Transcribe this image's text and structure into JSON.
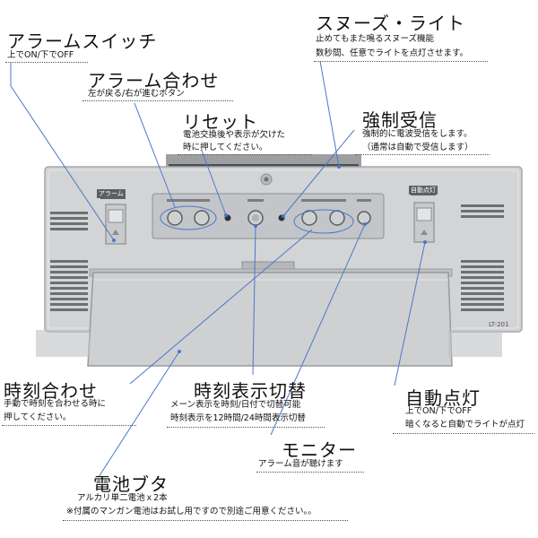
{
  "callouts": {
    "alarm_switch": {
      "title": "アラームスイッチ",
      "desc": "上でON/下でOFF"
    },
    "alarm_set": {
      "title": "アラーム合わせ",
      "desc": "左が戻る/右が進むボタン"
    },
    "reset": {
      "title": "リセット",
      "desc1": "電池交換後や表示が欠けた",
      "desc2": "時に押してください。"
    },
    "snooze_light": {
      "title": "スヌーズ・ライト",
      "desc1": "止めてもまた鳴るスヌーズ機能",
      "desc2": "数秒間、任意でライトを点灯させます。"
    },
    "force_receive": {
      "title": "強制受信",
      "desc1": "強制的に電波受信をします。",
      "desc2": "（通常は自動で受信します）"
    },
    "time_set": {
      "title": "時刻合わせ",
      "desc1": "手動で時刻を合わせる時に",
      "desc2": "押してください。"
    },
    "display_switch": {
      "title": "時刻表示切替",
      "desc1": "メーン表示を時刻/日付で切替可能",
      "desc2": "時刻表示を12時間/24時間表示切替"
    },
    "auto_light": {
      "title": "自動点灯",
      "desc1": "上でON/下でOFF",
      "desc2": "暗くなると自動でライトが点灯"
    },
    "monitor": {
      "title": "モニター",
      "desc": "アラーム音が聴けます"
    },
    "battery_cover": {
      "title": "電池ブタ",
      "desc1": "アルカリ単二電池ｘ2本",
      "desc2": "※付属のマンガン電池はお試し用ですので別途ご用意ください。。"
    }
  },
  "device": {
    "left_label": "アラーム",
    "right_label": "自動点灯",
    "model": "LT-201"
  },
  "colors": {
    "leader": "#4a78c8",
    "body": "#d2d3d5",
    "panel": "#c0c2c5"
  }
}
